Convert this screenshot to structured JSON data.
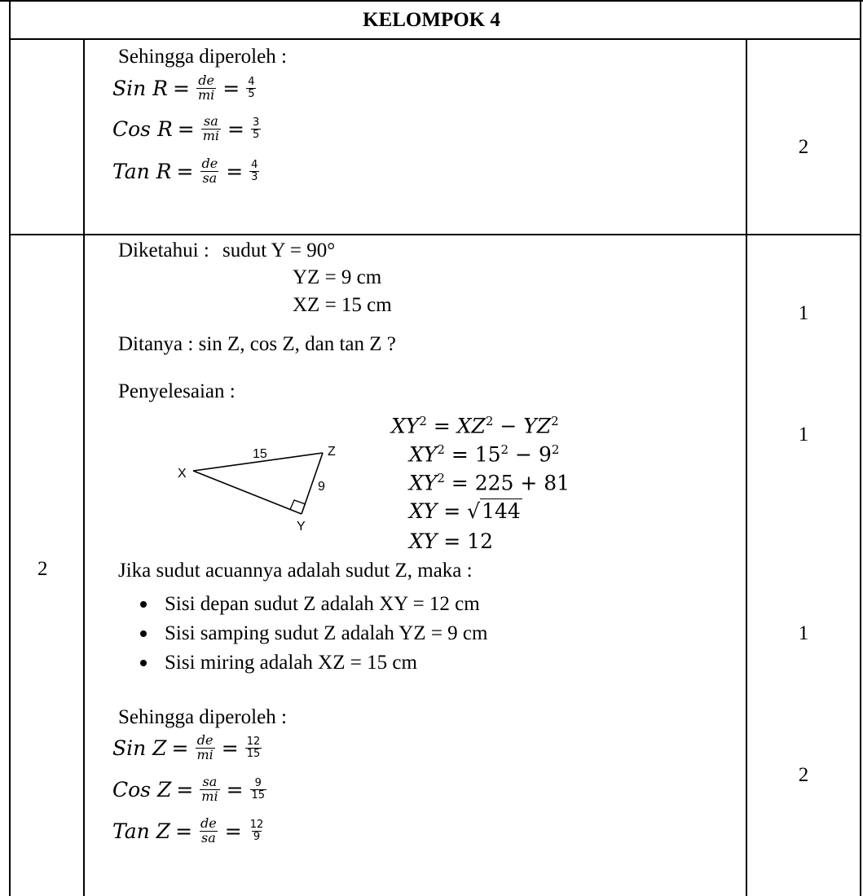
{
  "header": {
    "title": "KELOMPOK 4"
  },
  "row1": {
    "intro": "Sehingga diperoleh :",
    "formulas": [
      {
        "fn": "Sin R",
        "eq1": "=",
        "f1_num": "de",
        "f1_den": "mi",
        "eq2": "=",
        "f2_num": "4",
        "f2_den": "5"
      },
      {
        "fn": "Cos R",
        "eq1": "=",
        "f1_num": "sa",
        "f1_den": "mi",
        "eq2": "=",
        "f2_num": "3",
        "f2_den": "5"
      },
      {
        "fn": "Tan R",
        "eq1": "=",
        "f1_num": "de",
        "f1_den": "sa",
        "eq2": "=",
        "f2_num": "4",
        "f2_den": "3"
      }
    ],
    "score": "2"
  },
  "row2": {
    "number": "2",
    "known_label": "Diketahui :",
    "known": [
      "sudut Y = 90°",
      "YZ = 9 cm",
      "XZ = 15 cm"
    ],
    "asked": "Ditanya :  sin Z, cos Z, dan tan Z ?",
    "solution_label": "Penyelesaian :",
    "triangle": {
      "label_x": "X",
      "label_y": "Y",
      "label_z": "Z",
      "side_xz": "15",
      "side_yz": "9"
    },
    "calc": {
      "l1": {
        "a": "XY",
        "a_exp": "2",
        "eq": "=",
        "b": "XZ",
        "b_exp": "2",
        "op": "−",
        "c": "YZ",
        "c_exp": "2"
      },
      "l2": {
        "a": "XY",
        "a_exp": "2",
        "eq": "=",
        "b": "15",
        "b_exp": "2",
        "op": "−",
        "c": "9",
        "c_exp": "2"
      },
      "l3": {
        "a": "XY",
        "a_exp": "2",
        "eq": "=",
        "rhs": "225 + 81"
      },
      "l4": {
        "a": "XY",
        "eq": "=",
        "radicand": "144"
      },
      "l5": {
        "a": "XY",
        "eq": "=",
        "rhs": "12"
      }
    },
    "reference": "Jika sudut acuannya adalah sudut Z, maka :",
    "bullets": [
      "Sisi depan sudut Z adalah XY = 12 cm",
      "Sisi samping sudut Z adalah YZ = 9 cm",
      "Sisi miring adalah XZ = 15 cm"
    ],
    "intro2": "Sehingga diperoleh :",
    "formulas": [
      {
        "fn": "Sin Z",
        "eq1": "=",
        "f1_num": "de",
        "f1_den": "mi",
        "eq2": "=",
        "f2_num": "12",
        "f2_den": "15"
      },
      {
        "fn": "Cos Z",
        "eq1": "=",
        "f1_num": "sa",
        "f1_den": "mi",
        "eq2": "=",
        "f2_num": "9",
        "f2_den": "15"
      },
      {
        "fn": "Tan Z",
        "eq1": "=",
        "f1_num": "de",
        "f1_den": "sa",
        "eq2": "=",
        "f2_num": "12",
        "f2_den": "9"
      }
    ],
    "scores": [
      "1",
      "1",
      "1",
      "2"
    ]
  }
}
